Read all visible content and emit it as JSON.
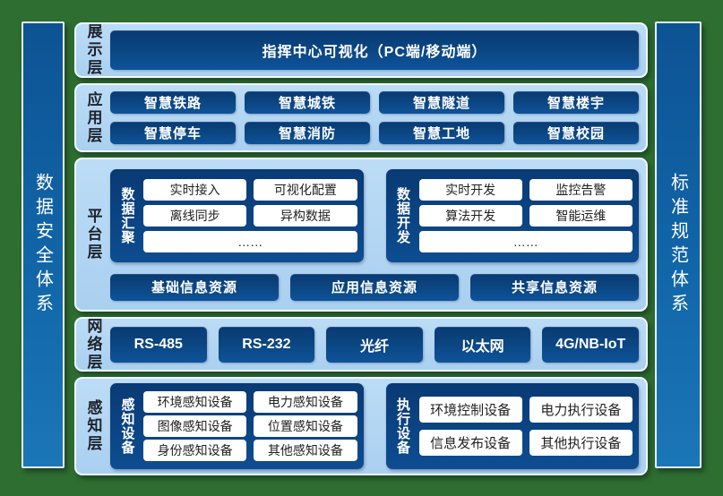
{
  "colors": {
    "background_green": "#2e6e30",
    "panel_light_blue": "#b3d6f2",
    "box_navy": "#0c4a8c",
    "pillar_blue": "#1166a8",
    "chip_white": "#ffffff"
  },
  "pillars": {
    "left": "数据安全体系",
    "right": "标准规范体系"
  },
  "display_layer": {
    "label": "展示层",
    "title": "指挥中心可视化（PC端/移动端）"
  },
  "application_layer": {
    "label": "应用层",
    "apps": [
      "智慧铁路",
      "智慧城铁",
      "智慧隧道",
      "智慧楼宇",
      "智慧停车",
      "智慧消防",
      "智慧工地",
      "智慧校园"
    ]
  },
  "platform_layer": {
    "label": "平台层",
    "groups": [
      {
        "name": "数据汇聚",
        "items": [
          "实时接入",
          "可视化配置",
          "离线同步",
          "异构数据",
          "……"
        ]
      },
      {
        "name": "数据开发",
        "items": [
          "实时开发",
          "监控告警",
          "算法开发",
          "智能运维",
          "……"
        ]
      }
    ],
    "resources": [
      "基础信息资源",
      "应用信息资源",
      "共享信息资源"
    ]
  },
  "network_layer": {
    "label": "网络层",
    "items": [
      "RS-485",
      "RS-232",
      "光纤",
      "以太网",
      "4G/NB-IoT"
    ]
  },
  "perception_layer": {
    "label": "感知层",
    "groups": [
      {
        "name": "感知设备",
        "items": [
          "环境感知设备",
          "电力感知设备",
          "图像感知设备",
          "位置感知设备",
          "身份感知设备",
          "其他感知设备"
        ]
      },
      {
        "name": "执行设备",
        "items": [
          "环境控制设备",
          "电力执行设备",
          "信息发布设备",
          "其他执行设备"
        ]
      }
    ]
  }
}
